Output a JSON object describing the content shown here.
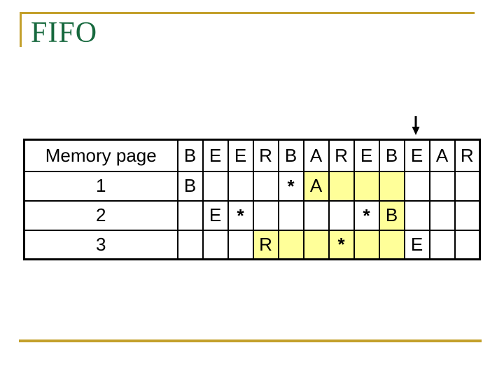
{
  "slide": {
    "title": "FIFO",
    "colors": {
      "title_green": "#17693E",
      "accent_gold": "#C3A02C",
      "highlight_yellow": "#FFFF99",
      "page_letter_purple": "#C882E0",
      "star_red": "#CC0000",
      "table_border_black": "#000000"
    }
  },
  "grid": {
    "header_label": "Memory page",
    "reference_string": [
      "B",
      "E",
      "E",
      "R",
      "B",
      "A",
      "R",
      "E",
      "B",
      "E",
      "A",
      "R"
    ],
    "arrow": {
      "column": 10
    },
    "rows": [
      {
        "label": "1",
        "cells": [
          "B",
          "",
          "",
          "",
          "*",
          "A",
          "",
          "",
          "",
          "",
          "",
          ""
        ],
        "highlight_columns": [
          6,
          7,
          8,
          9
        ]
      },
      {
        "label": "2",
        "cells": [
          "",
          "E",
          "*",
          "",
          "",
          "",
          "",
          "*",
          "B",
          "",
          "",
          ""
        ],
        "highlight_columns": [
          9
        ]
      },
      {
        "label": "3",
        "cells": [
          "",
          "",
          "",
          "R",
          "",
          "",
          "*",
          "",
          "",
          "E",
          "",
          ""
        ],
        "highlight_columns": [
          4,
          5,
          6,
          7,
          8,
          9
        ]
      }
    ]
  }
}
